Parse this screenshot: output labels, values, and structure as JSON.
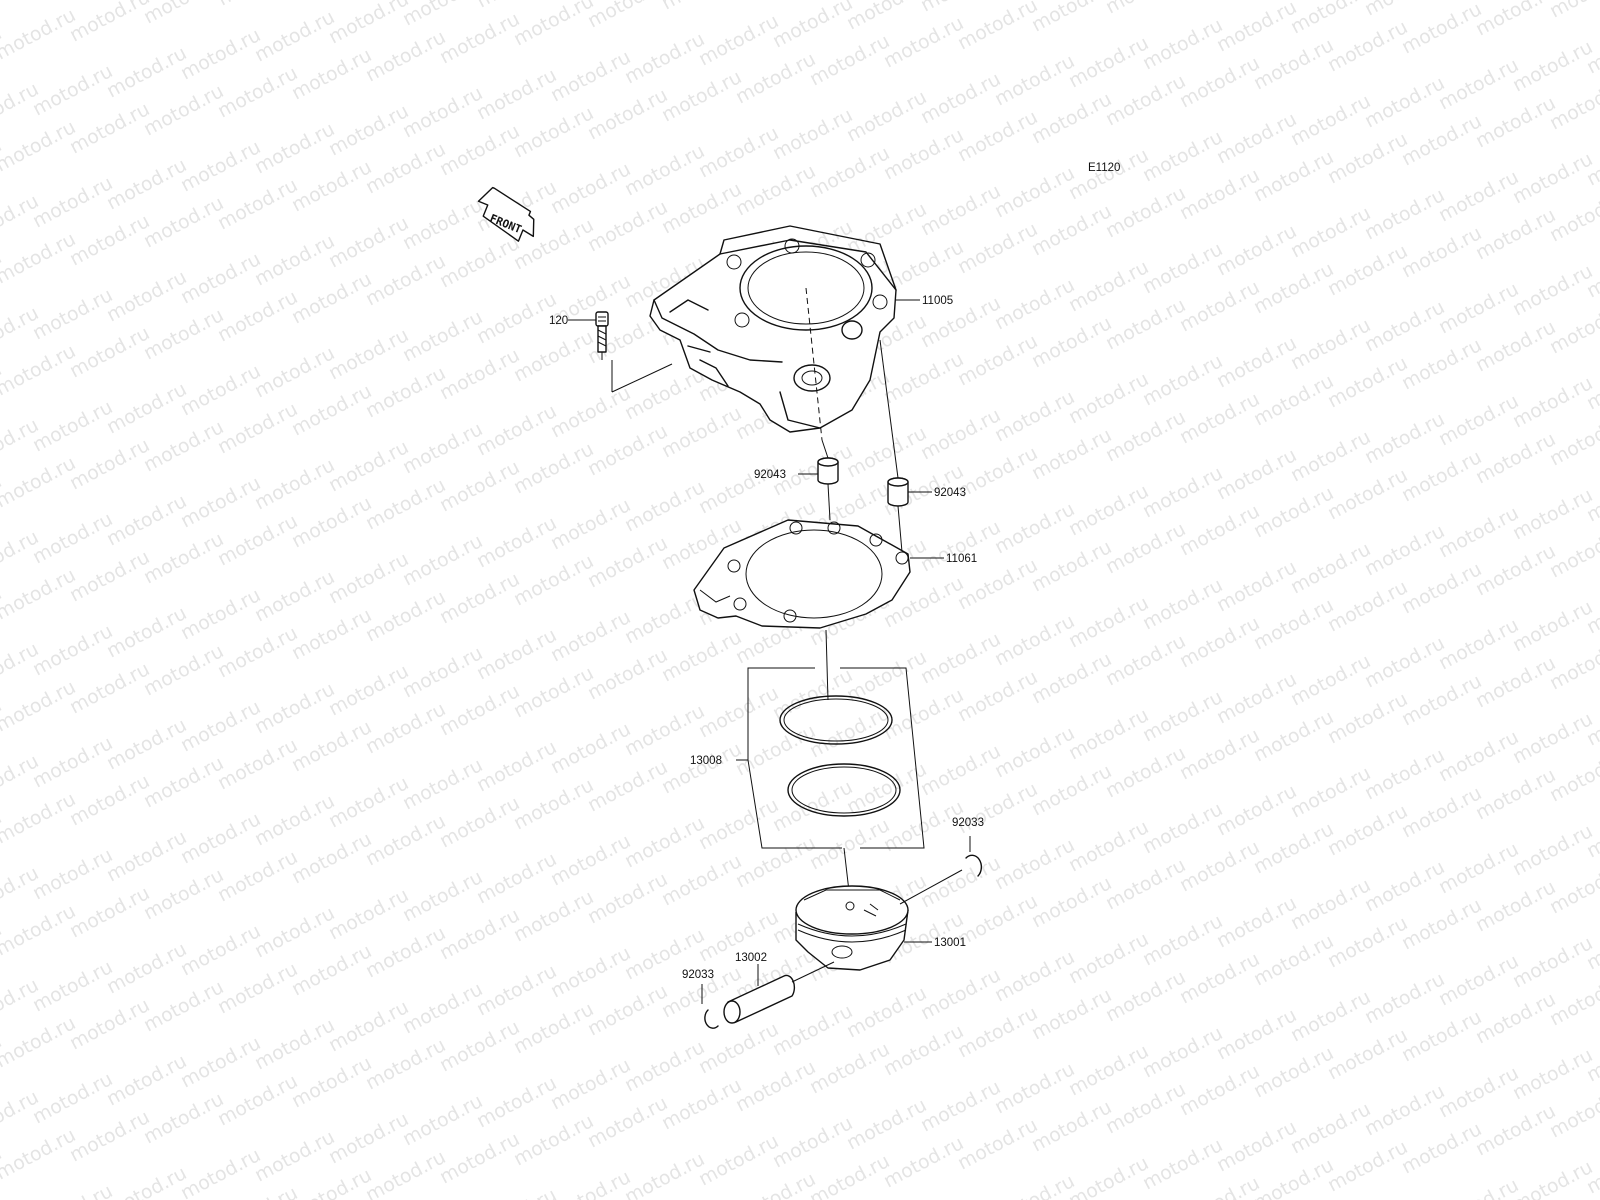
{
  "watermark": {
    "text": "motod.ru"
  },
  "diagram_code": "E1120",
  "front_arrow": {
    "label": "FRONT",
    "icon": "front-direction-arrow-icon"
  },
  "callouts": {
    "bolt": "120",
    "cylinder": "11005",
    "dowel_left": "92043",
    "dowel_right": "92043",
    "gasket": "11061",
    "ring_set": "13008",
    "clip_right": "92033",
    "piston": "13001",
    "pin": "13002",
    "clip_left": "92033"
  }
}
